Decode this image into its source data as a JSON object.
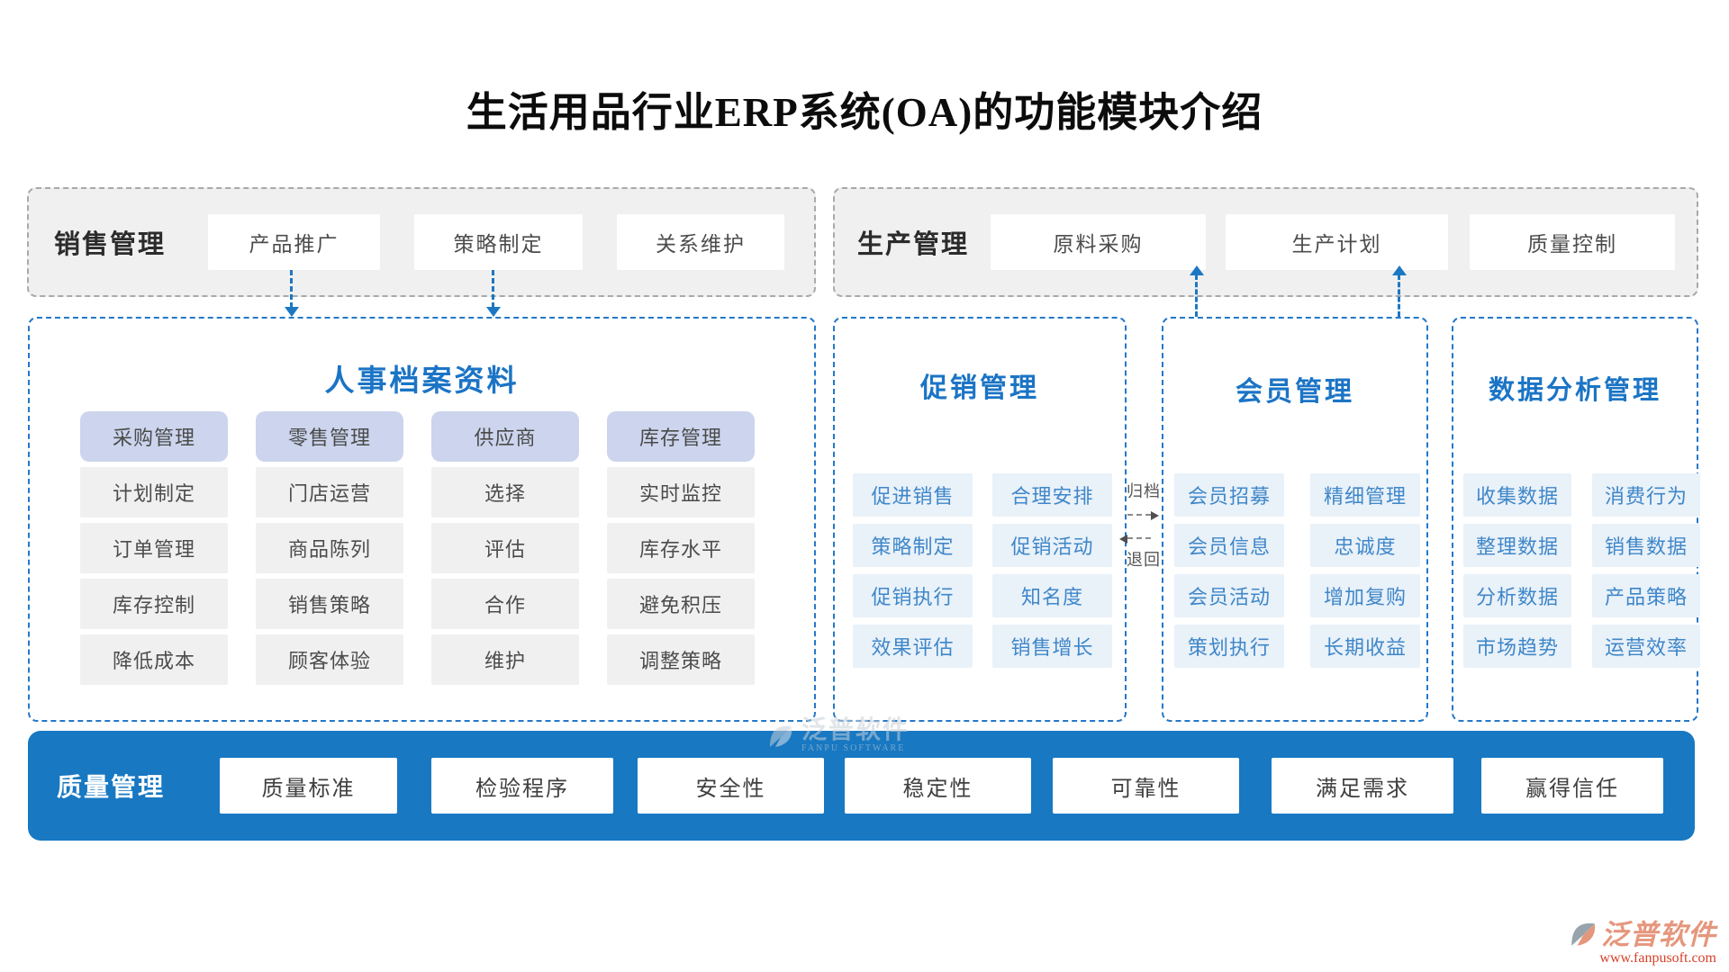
{
  "title": "生活用品行业ERP系统(OA)的功能模块介绍",
  "sales": {
    "label": "销售管理",
    "buttons": [
      "产品推广",
      "策略制定",
      "关系维护"
    ]
  },
  "production": {
    "label": "生产管理",
    "buttons": [
      "原料采购",
      "生产计划",
      "质量控制"
    ]
  },
  "hr": {
    "title": "人事档案资料",
    "columns": [
      {
        "header": "采购管理",
        "cells": [
          "计划制定",
          "订单管理",
          "库存控制",
          "降低成本"
        ]
      },
      {
        "header": "零售管理",
        "cells": [
          "门店运营",
          "商品陈列",
          "销售策略",
          "顾客体验"
        ]
      },
      {
        "header": "供应商",
        "cells": [
          "选择",
          "评估",
          "合作",
          "维护"
        ]
      },
      {
        "header": "库存管理",
        "cells": [
          "实时监控",
          "库存水平",
          "避免积压",
          "调整策略"
        ]
      }
    ]
  },
  "promo": {
    "title": "促销管理",
    "cells_left": [
      "促进销售",
      "策略制定",
      "促销执行",
      "效果评估"
    ],
    "cells_right": [
      "合理安排",
      "促销活动",
      "知名度",
      "销售增长"
    ]
  },
  "flow": {
    "archive": "归档",
    "back": "退回"
  },
  "member": {
    "title": "会员管理",
    "cells_left": [
      "会员招募",
      "会员信息",
      "会员活动",
      "策划执行"
    ],
    "cells_right": [
      "精细管理",
      "忠诚度",
      "增加复购",
      "长期收益"
    ]
  },
  "analysis": {
    "title": "数据分析管理",
    "cells_left": [
      "收集数据",
      "整理数据",
      "分析数据",
      "市场趋势"
    ],
    "cells_right": [
      "消费行为",
      "销售数据",
      "产品策略",
      "运营效率"
    ]
  },
  "quality": {
    "label": "质量管理",
    "buttons": [
      "质量标准",
      "检验程序",
      "安全性",
      "稳定性",
      "可靠性",
      "满足需求",
      "赢得信任"
    ]
  },
  "watermark": {
    "name": "泛普软件",
    "sub": "FANPU SOFTWARE"
  },
  "logo": {
    "name": "泛普软件",
    "url": "www.fanpusoft.com"
  },
  "colors": {
    "accent_blue": "#1c77c3",
    "bar_blue": "#1878c2",
    "cell_blue_bg": "#e9f1f9",
    "header_lavender": "#ccd5ed",
    "logo_salmon": "#e5977d",
    "logo_red": "#d6412b"
  }
}
